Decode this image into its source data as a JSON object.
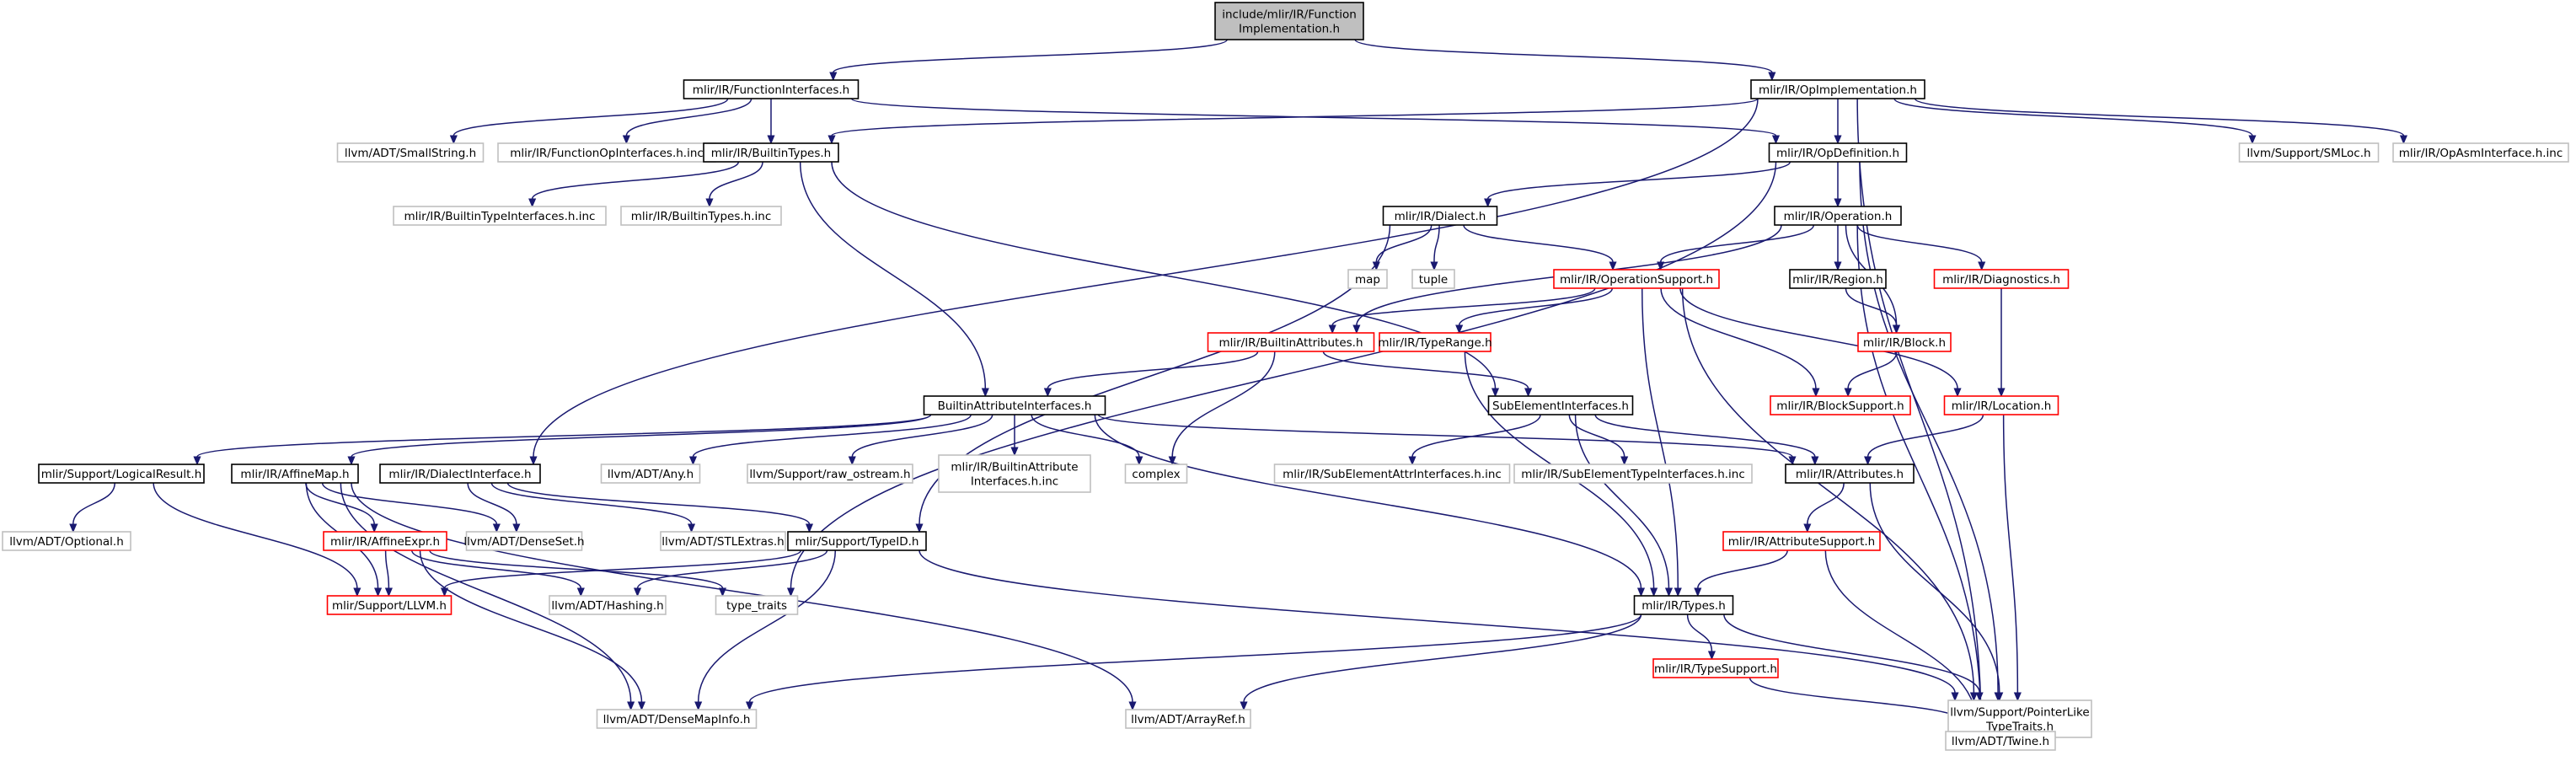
{
  "graph": {
    "colors": {
      "root_fill": "#bfbfbf",
      "edge": "#191970",
      "node_black": "#000000",
      "node_red": "#ff0000",
      "node_grey": "#bfbfbf"
    },
    "nodes": [
      {
        "id": "root",
        "lines": [
          "include/mlir/IR/Function",
          "Implementation.h"
        ],
        "style": "root"
      },
      {
        "id": "functionInterfaces",
        "lines": [
          "mlir/IR/FunctionInterfaces.h"
        ],
        "style": "black"
      },
      {
        "id": "opImplementation",
        "lines": [
          "mlir/IR/OpImplementation.h"
        ],
        "style": "black"
      },
      {
        "id": "smallString",
        "lines": [
          "llvm/ADT/SmallString.h"
        ],
        "style": "grey"
      },
      {
        "id": "functionOpInterfacesInc",
        "lines": [
          "mlir/IR/FunctionOpInterfaces.h.inc"
        ],
        "style": "grey"
      },
      {
        "id": "builtinTypes",
        "lines": [
          "mlir/IR/BuiltinTypes.h"
        ],
        "style": "black"
      },
      {
        "id": "opDefinition",
        "lines": [
          "mlir/IR/OpDefinition.h"
        ],
        "style": "black"
      },
      {
        "id": "smLoc",
        "lines": [
          "llvm/Support/SMLoc.h"
        ],
        "style": "grey"
      },
      {
        "id": "opAsmInterfaceInc",
        "lines": [
          "mlir/IR/OpAsmInterface.h.inc"
        ],
        "style": "grey"
      },
      {
        "id": "builtinTypeInterfacesInc",
        "lines": [
          "mlir/IR/BuiltinTypeInterfaces.h.inc"
        ],
        "style": "grey"
      },
      {
        "id": "builtinTypesInc",
        "lines": [
          "mlir/IR/BuiltinTypes.h.inc"
        ],
        "style": "grey"
      },
      {
        "id": "dialect",
        "lines": [
          "mlir/IR/Dialect.h"
        ],
        "style": "black"
      },
      {
        "id": "operation",
        "lines": [
          "mlir/IR/Operation.h"
        ],
        "style": "black"
      },
      {
        "id": "map",
        "lines": [
          "map"
        ],
        "style": "grey"
      },
      {
        "id": "tuple",
        "lines": [
          "tuple"
        ],
        "style": "grey"
      },
      {
        "id": "operationSupport",
        "lines": [
          "mlir/IR/OperationSupport.h"
        ],
        "style": "red"
      },
      {
        "id": "region",
        "lines": [
          "mlir/IR/Region.h"
        ],
        "style": "black"
      },
      {
        "id": "diagnostics",
        "lines": [
          "mlir/IR/Diagnostics.h"
        ],
        "style": "red"
      },
      {
        "id": "builtinAttributes",
        "lines": [
          "mlir/IR/BuiltinAttributes.h"
        ],
        "style": "red"
      },
      {
        "id": "typeRange",
        "lines": [
          "mlir/IR/TypeRange.h"
        ],
        "style": "red"
      },
      {
        "id": "block",
        "lines": [
          "mlir/IR/Block.h"
        ],
        "style": "red"
      },
      {
        "id": "blockSupport",
        "lines": [
          "mlir/IR/BlockSupport.h"
        ],
        "style": "red"
      },
      {
        "id": "location",
        "lines": [
          "mlir/IR/Location.h"
        ],
        "style": "red"
      },
      {
        "id": "builtinAttributeInterfaces",
        "lines": [
          "BuiltinAttributeInterfaces.h"
        ],
        "style": "black"
      },
      {
        "id": "subElementInterfaces",
        "lines": [
          "SubElementInterfaces.h"
        ],
        "style": "black"
      },
      {
        "id": "logicalResult",
        "lines": [
          "mlir/Support/LogicalResult.h"
        ],
        "style": "black"
      },
      {
        "id": "affineMap",
        "lines": [
          "mlir/IR/AffineMap.h"
        ],
        "style": "black"
      },
      {
        "id": "dialectInterface",
        "lines": [
          "mlir/IR/DialectInterface.h"
        ],
        "style": "black"
      },
      {
        "id": "any",
        "lines": [
          "llvm/ADT/Any.h"
        ],
        "style": "grey"
      },
      {
        "id": "rawOstream",
        "lines": [
          "llvm/Support/raw_ostream.h"
        ],
        "style": "grey"
      },
      {
        "id": "builtinAttributeInterfacesInc",
        "lines": [
          "mlir/IR/BuiltinAttribute",
          "Interfaces.h.inc"
        ],
        "style": "grey"
      },
      {
        "id": "complex",
        "lines": [
          "complex"
        ],
        "style": "grey"
      },
      {
        "id": "subElementAttrInterfacesInc",
        "lines": [
          "mlir/IR/SubElementAttrInterfaces.h.inc"
        ],
        "style": "grey"
      },
      {
        "id": "subElementTypeInterfacesInc",
        "lines": [
          "mlir/IR/SubElementTypeInterfaces.h.inc"
        ],
        "style": "grey"
      },
      {
        "id": "attributes",
        "lines": [
          "mlir/IR/Attributes.h"
        ],
        "style": "black"
      },
      {
        "id": "optional",
        "lines": [
          "llvm/ADT/Optional.h"
        ],
        "style": "grey"
      },
      {
        "id": "affineExpr",
        "lines": [
          "mlir/IR/AffineExpr.h"
        ],
        "style": "red"
      },
      {
        "id": "denseSet",
        "lines": [
          "llvm/ADT/DenseSet.h"
        ],
        "style": "grey"
      },
      {
        "id": "stlExtras",
        "lines": [
          "llvm/ADT/STLExtras.h"
        ],
        "style": "grey"
      },
      {
        "id": "typeID",
        "lines": [
          "mlir/Support/TypeID.h"
        ],
        "style": "black"
      },
      {
        "id": "attributeSupport",
        "lines": [
          "mlir/IR/AttributeSupport.h"
        ],
        "style": "red"
      },
      {
        "id": "llvmH",
        "lines": [
          "mlir/Support/LLVM.h"
        ],
        "style": "red"
      },
      {
        "id": "hashing",
        "lines": [
          "llvm/ADT/Hashing.h"
        ],
        "style": "grey"
      },
      {
        "id": "typeTraits",
        "lines": [
          "type_traits"
        ],
        "style": "grey"
      },
      {
        "id": "types",
        "lines": [
          "mlir/IR/Types.h"
        ],
        "style": "black"
      },
      {
        "id": "typeSupport",
        "lines": [
          "mlir/IR/TypeSupport.h"
        ],
        "style": "red"
      },
      {
        "id": "denseMapInfo",
        "lines": [
          "llvm/ADT/DenseMapInfo.h"
        ],
        "style": "grey"
      },
      {
        "id": "arrayRef",
        "lines": [
          "llvm/ADT/ArrayRef.h"
        ],
        "style": "grey"
      },
      {
        "id": "pointerLikeTypeTraits",
        "lines": [
          "llvm/Support/PointerLike",
          "TypeTraits.h"
        ],
        "style": "grey"
      },
      {
        "id": "twine",
        "lines": [
          "llvm/ADT/Twine.h"
        ],
        "style": "grey"
      }
    ],
    "edges": [
      [
        "root",
        "functionInterfaces"
      ],
      [
        "root",
        "opImplementation"
      ],
      [
        "functionInterfaces",
        "smallString"
      ],
      [
        "functionInterfaces",
        "functionOpInterfacesInc"
      ],
      [
        "functionInterfaces",
        "builtinTypes"
      ],
      [
        "functionInterfaces",
        "opDefinition"
      ],
      [
        "opImplementation",
        "builtinTypes"
      ],
      [
        "opImplementation",
        "opDefinition"
      ],
      [
        "opImplementation",
        "smLoc"
      ],
      [
        "opImplementation",
        "opAsmInterfaceInc"
      ],
      [
        "opImplementation",
        "dialectInterface"
      ],
      [
        "opImplementation",
        "twine"
      ],
      [
        "builtinTypes",
        "builtinTypeInterfacesInc"
      ],
      [
        "builtinTypes",
        "builtinTypesInc"
      ],
      [
        "builtinTypes",
        "builtinAttributeInterfaces"
      ],
      [
        "builtinTypes",
        "subElementInterfaces"
      ],
      [
        "opDefinition",
        "dialect"
      ],
      [
        "opDefinition",
        "operation"
      ],
      [
        "opDefinition",
        "typeTraits"
      ],
      [
        "opDefinition",
        "pointerLikeTypeTraits"
      ],
      [
        "dialect",
        "map"
      ],
      [
        "dialect",
        "tuple"
      ],
      [
        "dialect",
        "operationSupport"
      ],
      [
        "dialect",
        "typeID"
      ],
      [
        "operation",
        "operationSupport"
      ],
      [
        "operation",
        "region"
      ],
      [
        "operation",
        "diagnostics"
      ],
      [
        "operation",
        "builtinAttributes"
      ],
      [
        "operation",
        "block"
      ],
      [
        "operation",
        "twine"
      ],
      [
        "operationSupport",
        "builtinAttributes"
      ],
      [
        "operationSupport",
        "typeRange"
      ],
      [
        "operationSupport",
        "blockSupport"
      ],
      [
        "operationSupport",
        "location"
      ],
      [
        "operationSupport",
        "types"
      ],
      [
        "operationSupport",
        "pointerLikeTypeTraits"
      ],
      [
        "region",
        "block"
      ],
      [
        "block",
        "blockSupport"
      ],
      [
        "diagnostics",
        "location"
      ],
      [
        "builtinAttributes",
        "builtinAttributeInterfaces"
      ],
      [
        "builtinAttributes",
        "subElementInterfaces"
      ],
      [
        "builtinAttributes",
        "complex"
      ],
      [
        "typeRange",
        "types"
      ],
      [
        "location",
        "attributes"
      ],
      [
        "location",
        "pointerLikeTypeTraits"
      ],
      [
        "builtinAttributeInterfaces",
        "logicalResult"
      ],
      [
        "builtinAttributeInterfaces",
        "affineMap"
      ],
      [
        "builtinAttributeInterfaces",
        "any"
      ],
      [
        "builtinAttributeInterfaces",
        "rawOstream"
      ],
      [
        "builtinAttributeInterfaces",
        "builtinAttributeInterfacesInc"
      ],
      [
        "builtinAttributeInterfaces",
        "complex"
      ],
      [
        "builtinAttributeInterfaces",
        "attributes"
      ],
      [
        "builtinAttributeInterfaces",
        "types"
      ],
      [
        "subElementInterfaces",
        "subElementAttrInterfacesInc"
      ],
      [
        "subElementInterfaces",
        "subElementTypeInterfacesInc"
      ],
      [
        "subElementInterfaces",
        "attributes"
      ],
      [
        "subElementInterfaces",
        "types"
      ],
      [
        "logicalResult",
        "optional"
      ],
      [
        "logicalResult",
        "llvmH"
      ],
      [
        "affineMap",
        "affineExpr"
      ],
      [
        "affineMap",
        "denseSet"
      ],
      [
        "affineMap",
        "llvmH"
      ],
      [
        "affineMap",
        "denseMapInfo"
      ],
      [
        "affineMap",
        "arrayRef"
      ],
      [
        "dialectInterface",
        "denseSet"
      ],
      [
        "dialectInterface",
        "stlExtras"
      ],
      [
        "dialectInterface",
        "typeID"
      ],
      [
        "affineExpr",
        "llvmH"
      ],
      [
        "affineExpr",
        "hashing"
      ],
      [
        "affineExpr",
        "typeTraits"
      ],
      [
        "affineExpr",
        "denseMapInfo"
      ],
      [
        "typeID",
        "llvmH"
      ],
      [
        "typeID",
        "hashing"
      ],
      [
        "typeID",
        "denseMapInfo"
      ],
      [
        "typeID",
        "pointerLikeTypeTraits"
      ],
      [
        "attributes",
        "attributeSupport"
      ],
      [
        "attributes",
        "pointerLikeTypeTraits"
      ],
      [
        "attributeSupport",
        "types"
      ],
      [
        "attributeSupport",
        "twine"
      ],
      [
        "types",
        "typeSupport"
      ],
      [
        "types",
        "denseMapInfo"
      ],
      [
        "types",
        "arrayRef"
      ],
      [
        "types",
        "pointerLikeTypeTraits"
      ],
      [
        "typeSupport",
        "twine"
      ]
    ]
  }
}
